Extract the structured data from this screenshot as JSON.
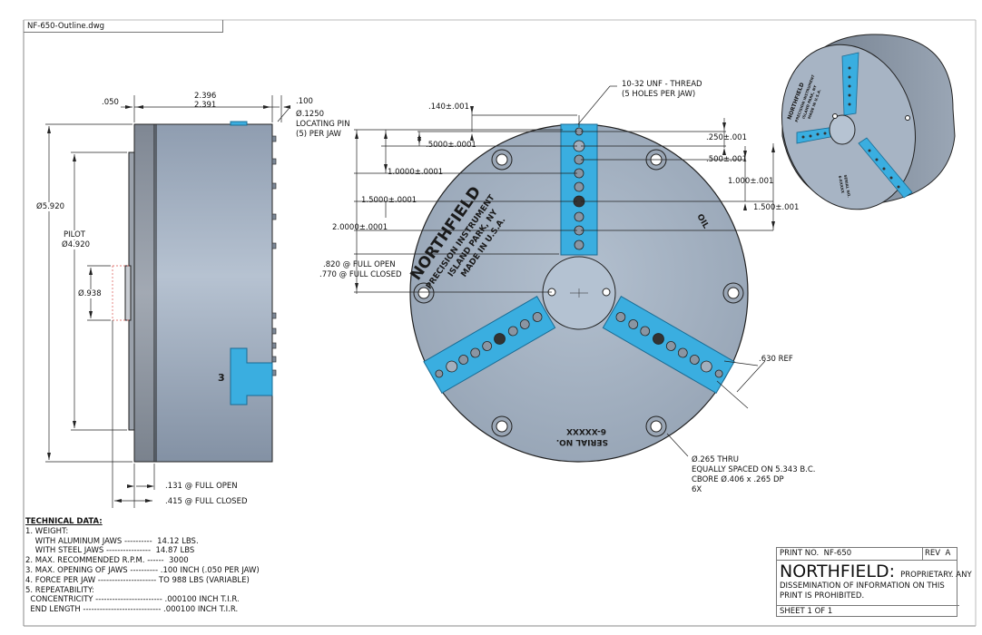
{
  "file_name": "NF-650-Outline.dwg",
  "side_view": {
    "dim_050": ".050",
    "dim_2396": "2.396",
    "dim_2391": "2.391",
    "dim_100": ".100",
    "locating_pin": "Ø.1250",
    "locating_pin_2": "LOCATING PIN",
    "locating_pin_3": "(5) PER JAW",
    "dia_5920": "Ø5.920",
    "pilot": "PILOT",
    "pilot_dia": "Ø4.920",
    "dia_938": "Ø.938",
    "jaw_number": "3",
    "full_open": ".131 @ FULL OPEN",
    "full_closed": ".415 @ FULL CLOSED"
  },
  "front_view": {
    "thread_1": "10-32 UNF - THREAD",
    "thread_2": "(5 HOLES PER JAW)",
    "dim_140": ".140±.001",
    "dim_5000": ".5000±.0001",
    "dim_10000": "1.0000±.0001",
    "dim_15000": "1.5000±.0001",
    "dim_20000": "2.0000±.0001",
    "dim_250": ".250±.001",
    "dim_500": ".500±.001",
    "dim_1000": "1.000±.001",
    "dim_1500": "1.500±.001",
    "jaw_open": ".820 @ FULL OPEN",
    "jaw_closed": ".770 @ FULL CLOSED",
    "ref_630": ".630 REF",
    "hole_1": "Ø.265 THRU",
    "hole_2": "EQUALLY SPACED ON 5.343 B.C.",
    "hole_3": "CBORE Ø.406 x .265 DP",
    "hole_4": "6X",
    "engrave_1": "NORTHFIELD",
    "engrave_2": "PRECISION INSTRUMENT",
    "engrave_3": "ISLAND PARK, NY",
    "engrave_4": "MADE IN U.S.A.",
    "oil": "OIL",
    "serial_1": "SERIAL NO.",
    "serial_2": "6-XXXXX"
  },
  "iso_view": {
    "engrave_1": "NORTHFIELD",
    "engrave_2": "PRECISION INSTRUMENT",
    "engrave_3": "ISLAND PARK, NY",
    "engrave_4": "MADE IN U.S.A.",
    "serial_1": "SERIAL NO.",
    "serial_2": "6-XXXXX"
  },
  "technical_data": {
    "title": "TECHNICAL DATA:",
    "rows": [
      "1. WEIGHT:",
      "    WITH ALUMINUM JAWS ----------  14.12 LBS.",
      "    WITH STEEL JAWS ----------------  14.87 LBS",
      "2. MAX. RECOMMENDED R.P.M. ------  3000",
      "3. MAX. OPENING OF JAWS ---------- .100 INCH (.050 PER JAW)",
      "4. FORCE PER JAW --------------------- TO 988 LBS (VARIABLE)",
      "5. REPEATABILITY:",
      "  CONCENTRICITY ------------------------ .000100 INCH T.I.R.",
      "  END LENGTH ---------------------------- .000100 INCH T.I.R."
    ]
  },
  "title_block": {
    "print_no_label": "PRINT NO.",
    "print_no": "NF-650",
    "rev_label": "REV",
    "rev": "A",
    "company": "NORTHFIELD:",
    "notice_1": "PROPRIETARY. ANY",
    "notice_2": "DISSEMINATION OF INFORMATION ON THIS",
    "notice_3": "PRINT IS PROHIBITED.",
    "sheet_label": "SHEET",
    "sheet_no": "1",
    "of_label": "OF",
    "sheet_total": "1"
  },
  "colors": {
    "body_gray": "#a3b0bf",
    "jaw_blue": "#3aaee0",
    "side_dark": "#8e9aa8",
    "line": "#222222"
  }
}
